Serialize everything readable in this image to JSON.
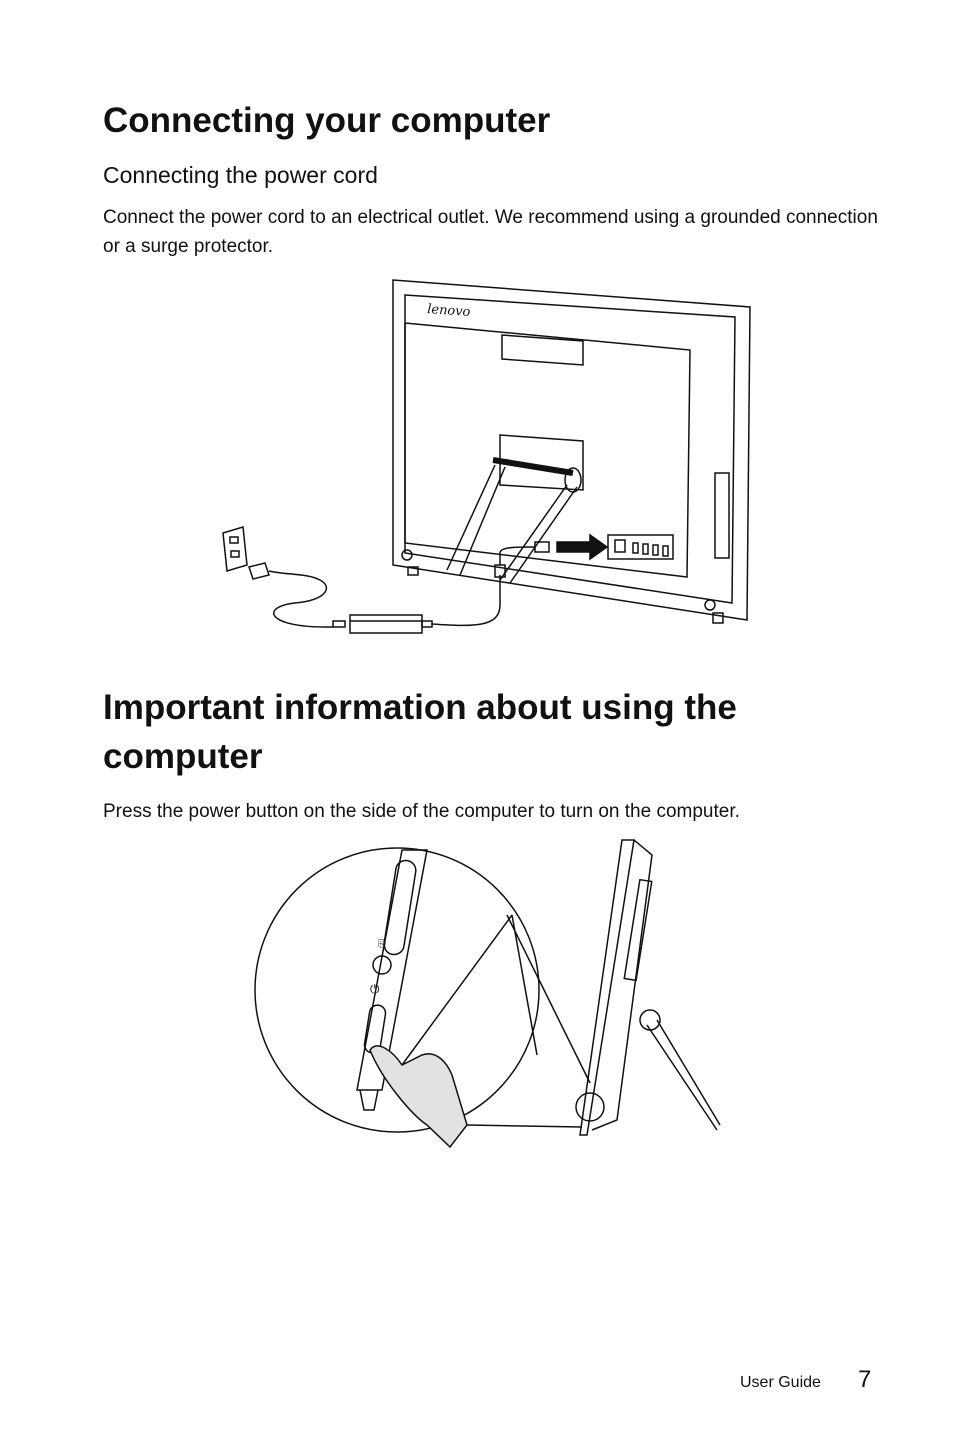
{
  "section1": {
    "title": "Connecting your computer",
    "subtitle": "Connecting the power cord",
    "body": "Connect the power cord to an electrical outlet. We recommend using a grounded connection or a surge protector.",
    "brand_logo_text": "lenovo"
  },
  "section2": {
    "title_line1": "Important information about using the",
    "title_line2": "computer",
    "body": "Press the power button on the side of the computer to turn on the computer."
  },
  "footer": {
    "label": "User Guide",
    "page_number": "7"
  }
}
